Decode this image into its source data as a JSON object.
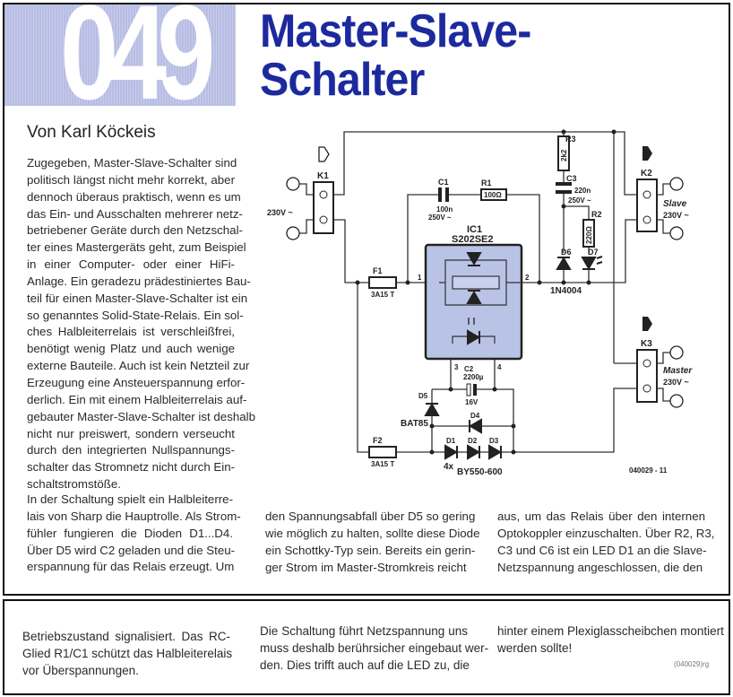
{
  "header": {
    "number": "049",
    "title_line1": "Master-Slave-",
    "title_line2": "Schalter"
  },
  "byline": "Von Karl Köckeis",
  "intro_lines": [
    "Zugegeben, Master-Slave-Schalter sind",
    "politisch längst nicht mehr korrekt, aber",
    "dennoch überaus praktisch, wenn es um",
    "das Ein- und Ausschalten mehrerer netz-",
    "betriebener Geräte durch den Netzschal-",
    "ter eines Mastergeräts geht, zum Beispiel",
    "in einer Computer- oder einer HiFi-",
    "Anlage. Ein geradezu prädestiniertes Bau-",
    "teil für einen Master-Slave-Schalter ist ein",
    "so genanntes Solid-State-Relais. Ein sol-",
    "ches Halbleiterrelais ist verschleißfrei,",
    "benötigt wenig Platz und auch wenige",
    "externe Bauteile. Auch ist kein Netzteil zur",
    "Erzeugung eine Ansteuerspannung erfor-",
    "derlich. Ein mit einem Halbleiterrelais auf-",
    "gebauter Master-Slave-Schalter ist deshalb",
    "nicht nur preiswert, sondern verseucht",
    "durch den integrierten Nullspannungs-",
    "schalter das Stromnetz nicht durch Ein-",
    "schaltstromstöße."
  ],
  "col2_lines": [
    "In der Schaltung spielt ein Halbleiterre-",
    "lais von Sharp die Hauptrolle. Als Strom-",
    "fühler fungieren die Dioden D1...D4.",
    "Über D5 wird C2 geladen und die Steu-",
    "erspannung für das Relais erzeugt. Um"
  ],
  "col3_lines": [
    "den Spannungsabfall über D5 so gering",
    "wie möglich zu halten, sollte diese Diode",
    "ein Schottky-Typ sein. Bereits ein gerin-",
    "ger Strom im Master-Stromkreis reicht"
  ],
  "col4_lines": [
    "aus, um das Relais über den internen",
    "Optokoppler einzuschalten. Über R2, R3,",
    "C3 und C6 ist ein LED D1 an die Slave-",
    "Netzspannung angeschlossen, die  den"
  ],
  "bottom_col1_lines": [
    "Betriebszustand  signalisiert.  Das  RC-",
    "Glied R1/C1 schützt das Halbleiterelais",
    "vor Überspannungen."
  ],
  "bottom_col2_lines": [
    "Die Schaltung führt Netzspannung uns",
    "muss deshalb berührsicher eingebaut wer-",
    "den. Dies trifft auch auf die LED zu, die"
  ],
  "bottom_col3_lines": [
    "hinter einem Plexiglasscheibchen montiert",
    "werden sollte!"
  ],
  "reference": "(040029)rg",
  "schematic": {
    "k1": "K1",
    "k2": "K2",
    "k3": "K3",
    "v230": "230V ~",
    "slave": "Slave",
    "master": "Master",
    "c1": "C1",
    "c1_val": "100n",
    "c1_volt": "250V ~",
    "r1": "R1",
    "r1_val": "100Ω",
    "ic1": "IC1",
    "ic1_type": "S202SE2",
    "f1": "F1",
    "f1_val": "3A15 T",
    "f2": "F2",
    "f2_val": "3A15 T",
    "r3": "R3",
    "r3_val": "2k2",
    "c3": "C3",
    "c3_val": "220n",
    "c3_volt": "250V ~",
    "r2": "R2",
    "r2_val": "220Ω",
    "d6": "D6",
    "d7": "D7",
    "d6_type": "1N4004",
    "pin1": "1",
    "pin2": "2",
    "pin3": "3",
    "pin4": "4",
    "c2": "C2",
    "c2_val": "2200µ",
    "c2_volt": "16V",
    "d5": "D5",
    "d5_type": "BAT85",
    "d4": "D4",
    "d1": "D1",
    "d2": "D2",
    "d3": "D3",
    "diode_count": "4x",
    "diode_type": "BY550-600",
    "fig_id": "040029 - 11",
    "ic_fill": "#b9c3e6"
  },
  "colors": {
    "title": "#1c2a9e",
    "number_bg": "#bfc4e8"
  }
}
